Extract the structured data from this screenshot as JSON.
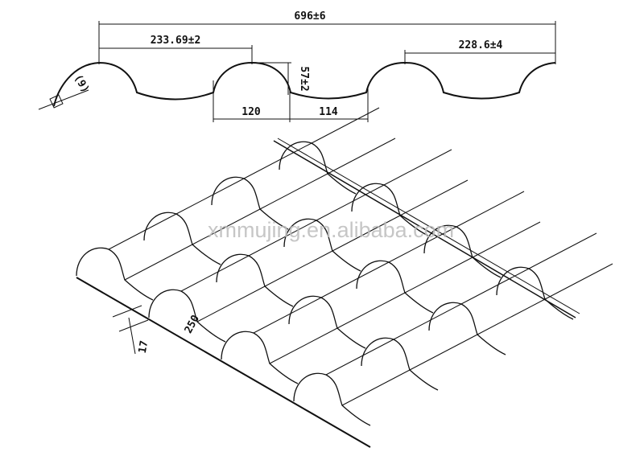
{
  "drawing": {
    "overall_width": "696±6",
    "pitch_left": "233.69±2",
    "pitch_right": "228.6±4",
    "profile_height": "57±2",
    "crest_width": "120",
    "trough_width": "114",
    "edge_radius": "(9)",
    "step_length": "250",
    "step_height": "17"
  },
  "watermark": "xmmujing.en.alibaba.com"
}
